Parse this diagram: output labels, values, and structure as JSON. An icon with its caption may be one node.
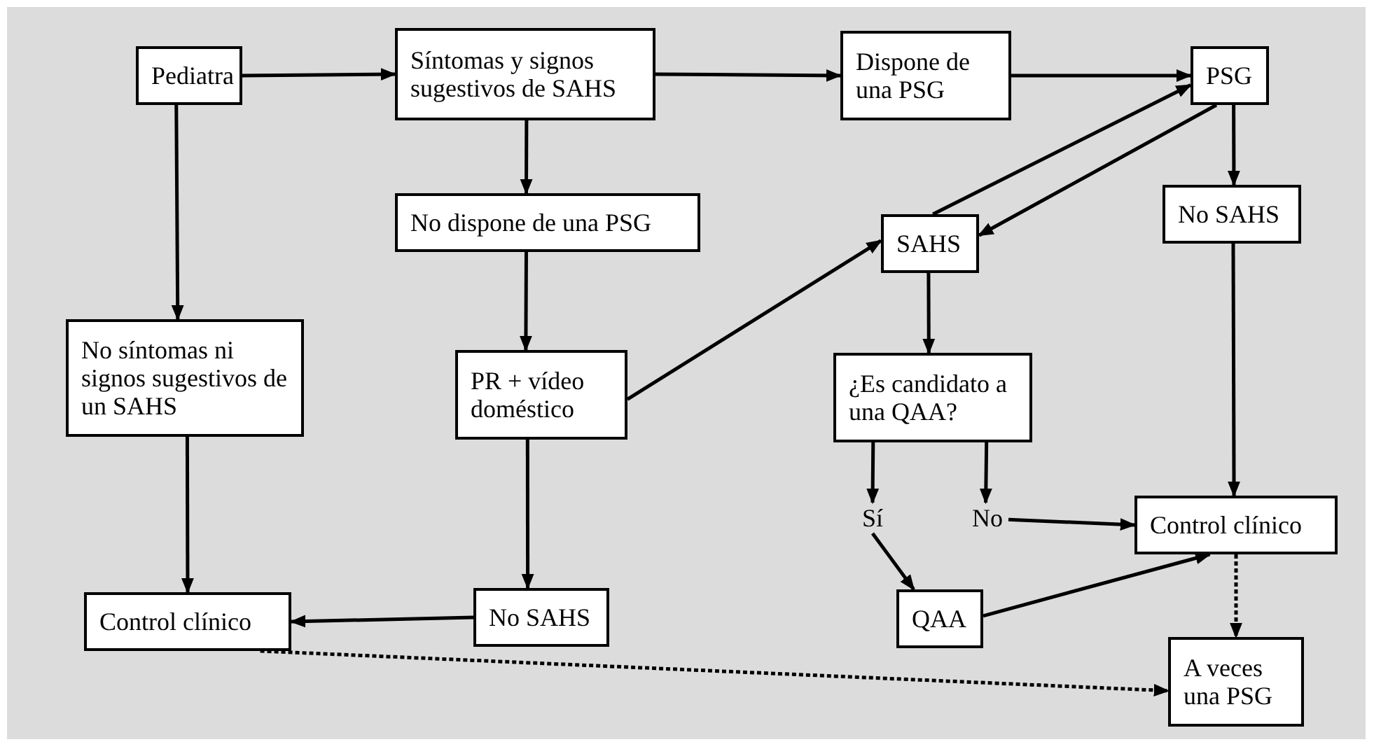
{
  "diagram": {
    "nodes": [
      {
        "text": [
          "Pediatra"
        ]
      },
      {
        "text": [
          "Síntomas y signos sugestivos de SAHS"
        ]
      },
      {
        "text": [
          "Dispone de una PSG"
        ]
      },
      {
        "text": [
          "PSG"
        ]
      },
      {
        "text": [
          "No dispone de una PSG"
        ]
      },
      {
        "text": [
          "SAHS"
        ]
      },
      {
        "text": [
          "No SAHS"
        ]
      },
      {
        "text": [
          "No síntomas ni signos sugestivos de un SAHS"
        ]
      },
      {
        "text": [
          "PR + vídeo doméstico"
        ]
      },
      {
        "text": [
          "¿Es candidato a una QAA?"
        ]
      },
      {
        "text": [
          "Sí"
        ]
      },
      {
        "text": [
          "No"
        ]
      },
      {
        "text": [
          "Control clínico"
        ]
      },
      {
        "text": [
          "Control clínico"
        ]
      },
      {
        "text": [
          "No SAHS"
        ]
      },
      {
        "text": [
          "QAA"
        ]
      },
      {
        "text": [
          "A veces una PSG"
        ]
      }
    ],
    "edges": [
      {
        "from": 0,
        "to": 1,
        "arrow": "to"
      },
      {
        "from": 1,
        "to": 2,
        "arrow": "to"
      },
      {
        "from": 2,
        "to": 3,
        "arrow": "to"
      },
      {
        "from": 0,
        "to": 7,
        "arrow": "to"
      },
      {
        "from": 1,
        "to": 4,
        "arrow": "to"
      },
      {
        "from": 4,
        "to": 8,
        "arrow": "to"
      },
      {
        "from": 8,
        "to": 5,
        "arrow": "to"
      },
      {
        "from": 5,
        "to": 3,
        "arrow": "to"
      },
      {
        "from": 3,
        "to": 5,
        "arrow": "to"
      },
      {
        "from": 3,
        "to": 6,
        "arrow": "to"
      },
      {
        "from": 5,
        "to": 9,
        "arrow": "to"
      },
      {
        "from": 6,
        "to": 12,
        "arrow": "to"
      },
      {
        "from": 9,
        "to": 10,
        "arrow": "to"
      },
      {
        "from": 9,
        "to": 11,
        "arrow": "to"
      },
      {
        "from": 11,
        "to": 12,
        "arrow": "to"
      },
      {
        "from": 10,
        "to": 15,
        "arrow": "to"
      },
      {
        "from": 15,
        "to": 12,
        "arrow": "to"
      },
      {
        "from": 12,
        "to": 16,
        "arrow": "to",
        "style": "dashed"
      },
      {
        "from": 7,
        "to": 13,
        "arrow": "to"
      },
      {
        "from": 8,
        "to": 14,
        "arrow": "to"
      },
      {
        "from": 14,
        "to": 13,
        "arrow": "to"
      },
      {
        "from": 13,
        "to": 16,
        "arrow": "to",
        "style": "dashed"
      }
    ]
  }
}
